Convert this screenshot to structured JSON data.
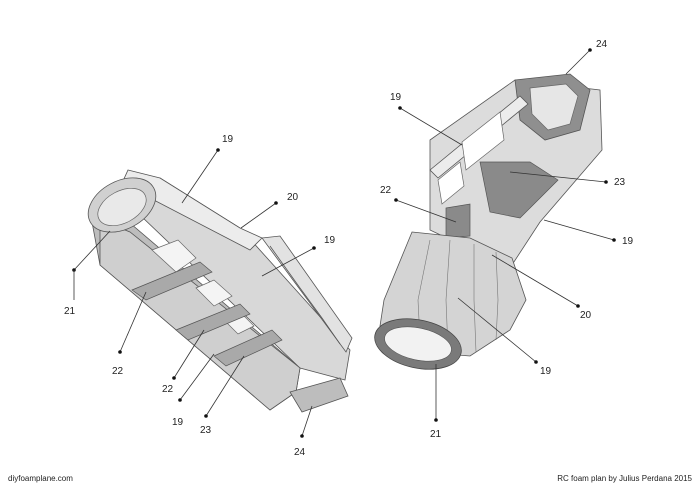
{
  "footer": {
    "site": "diyfoamplane.com",
    "credit": "RC foam plan by Julius Perdana 2015"
  },
  "left_view": {
    "callouts": [
      "19",
      "20",
      "19",
      "21",
      "22",
      "22",
      "19",
      "23",
      "24"
    ]
  },
  "right_view": {
    "callouts": [
      "24",
      "19",
      "22",
      "23",
      "19",
      "20",
      "19",
      "21"
    ]
  },
  "colors": {
    "foam_light": "#e6e6e6",
    "foam_mid": "#c9c9c9",
    "foam_dark": "#8f8f8f",
    "edge": "#555555"
  }
}
